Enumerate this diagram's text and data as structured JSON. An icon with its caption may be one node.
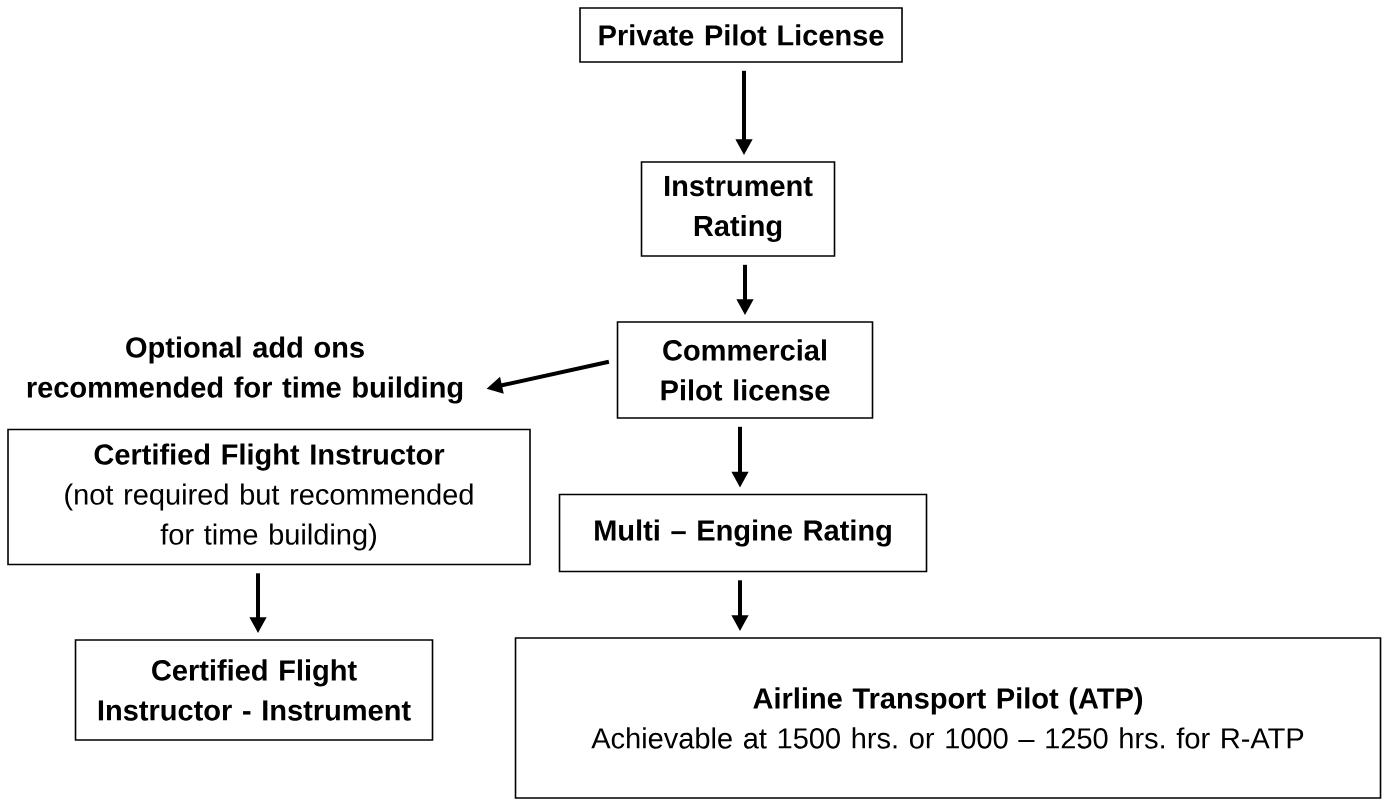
{
  "diagram": {
    "nodes": [
      {
        "text": [
          "Private Pilot License"
        ]
      },
      {
        "text": [
          "Instrument Rating"
        ]
      },
      {
        "text": [
          "Commercial Pilot license"
        ]
      },
      {
        "text": [
          "Optional add ons recommended for time building"
        ]
      },
      {
        "text": [
          "Certified Flight Instructor",
          "(not required but recommended for time building)"
        ]
      },
      {
        "text": [
          "Multi – Engine Rating"
        ]
      },
      {
        "text": [
          "Certified Flight Instructor - Instrument"
        ]
      },
      {
        "text": [
          "Airline Transport Pilot (ATP)",
          "Achievable at 1500 hrs. or 1000 – 1250 hrs. for R-ATP"
        ]
      }
    ],
    "edges": [
      {
        "from": 0,
        "to": 1,
        "arrow": "to"
      },
      {
        "from": 1,
        "to": 2,
        "arrow": "to"
      },
      {
        "from": 2,
        "to": 3,
        "arrow": "to"
      },
      {
        "from": 2,
        "to": 5,
        "arrow": "to"
      },
      {
        "from": 4,
        "to": 6,
        "arrow": "to"
      },
      {
        "from": 5,
        "to": 7,
        "arrow": "to"
      }
    ]
  }
}
